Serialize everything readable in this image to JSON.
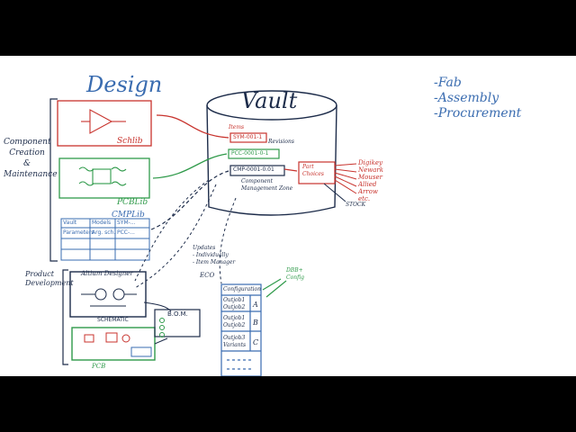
{
  "design_title": "Design",
  "vault_title": "Vault",
  "outputs": [
    "-Fab",
    "-Assembly",
    "-Procurement"
  ],
  "component_creation": [
    "Component",
    "Creation",
    "&",
    "Maintenance"
  ],
  "product_development": [
    "Product",
    "Development"
  ],
  "schlib_label": "Schlib",
  "pcblib_label": "PCBLib",
  "cmplib_label": "CMPLib",
  "cmplib_table": {
    "headers": [
      "Vault",
      "Models",
      "SYM-..."
    ],
    "row": [
      "Parameters",
      "Arg. sch.",
      "PCC-..."
    ]
  },
  "vault_items": {
    "sym": "SYM-001-1",
    "pcc": "PCC-0001-0-1",
    "cmp": "CMP-0001-0.01",
    "items_label": "Items",
    "revisions_label": "Revisions",
    "cms_label": "Component Management Zone",
    "part_choices": "Part Choices"
  },
  "suppliers": [
    "Digikey",
    "Newark",
    "Mouser",
    "Allied",
    "Arrow",
    "etc."
  ],
  "stock_label": "STOCK",
  "updates": [
    "Updates",
    "- Individually",
    "- Item Manager"
  ],
  "eco_label": "ECO",
  "altium_label": "Altium Designer",
  "schematic_label": "SCHEMATIC",
  "pcb_label": "PCB",
  "bom_label": "B.O.M.",
  "config_title": "Configuration",
  "dbb_labels": [
    "DBB+",
    "Config"
  ],
  "config_rows": [
    {
      "outputs": [
        "Outjob1",
        "Outjob2"
      ],
      "letter": "A"
    },
    {
      "outputs": [
        "Outjob1",
        "Outjob2"
      ],
      "letter": "B"
    },
    {
      "outputs": [
        "Outjob3",
        "Variants"
      ],
      "letter": "C"
    }
  ],
  "colors": {
    "blue": "#3a6cb0",
    "red": "#c8332d",
    "green": "#2f9a4a",
    "dark": "#1d2c4a"
  }
}
